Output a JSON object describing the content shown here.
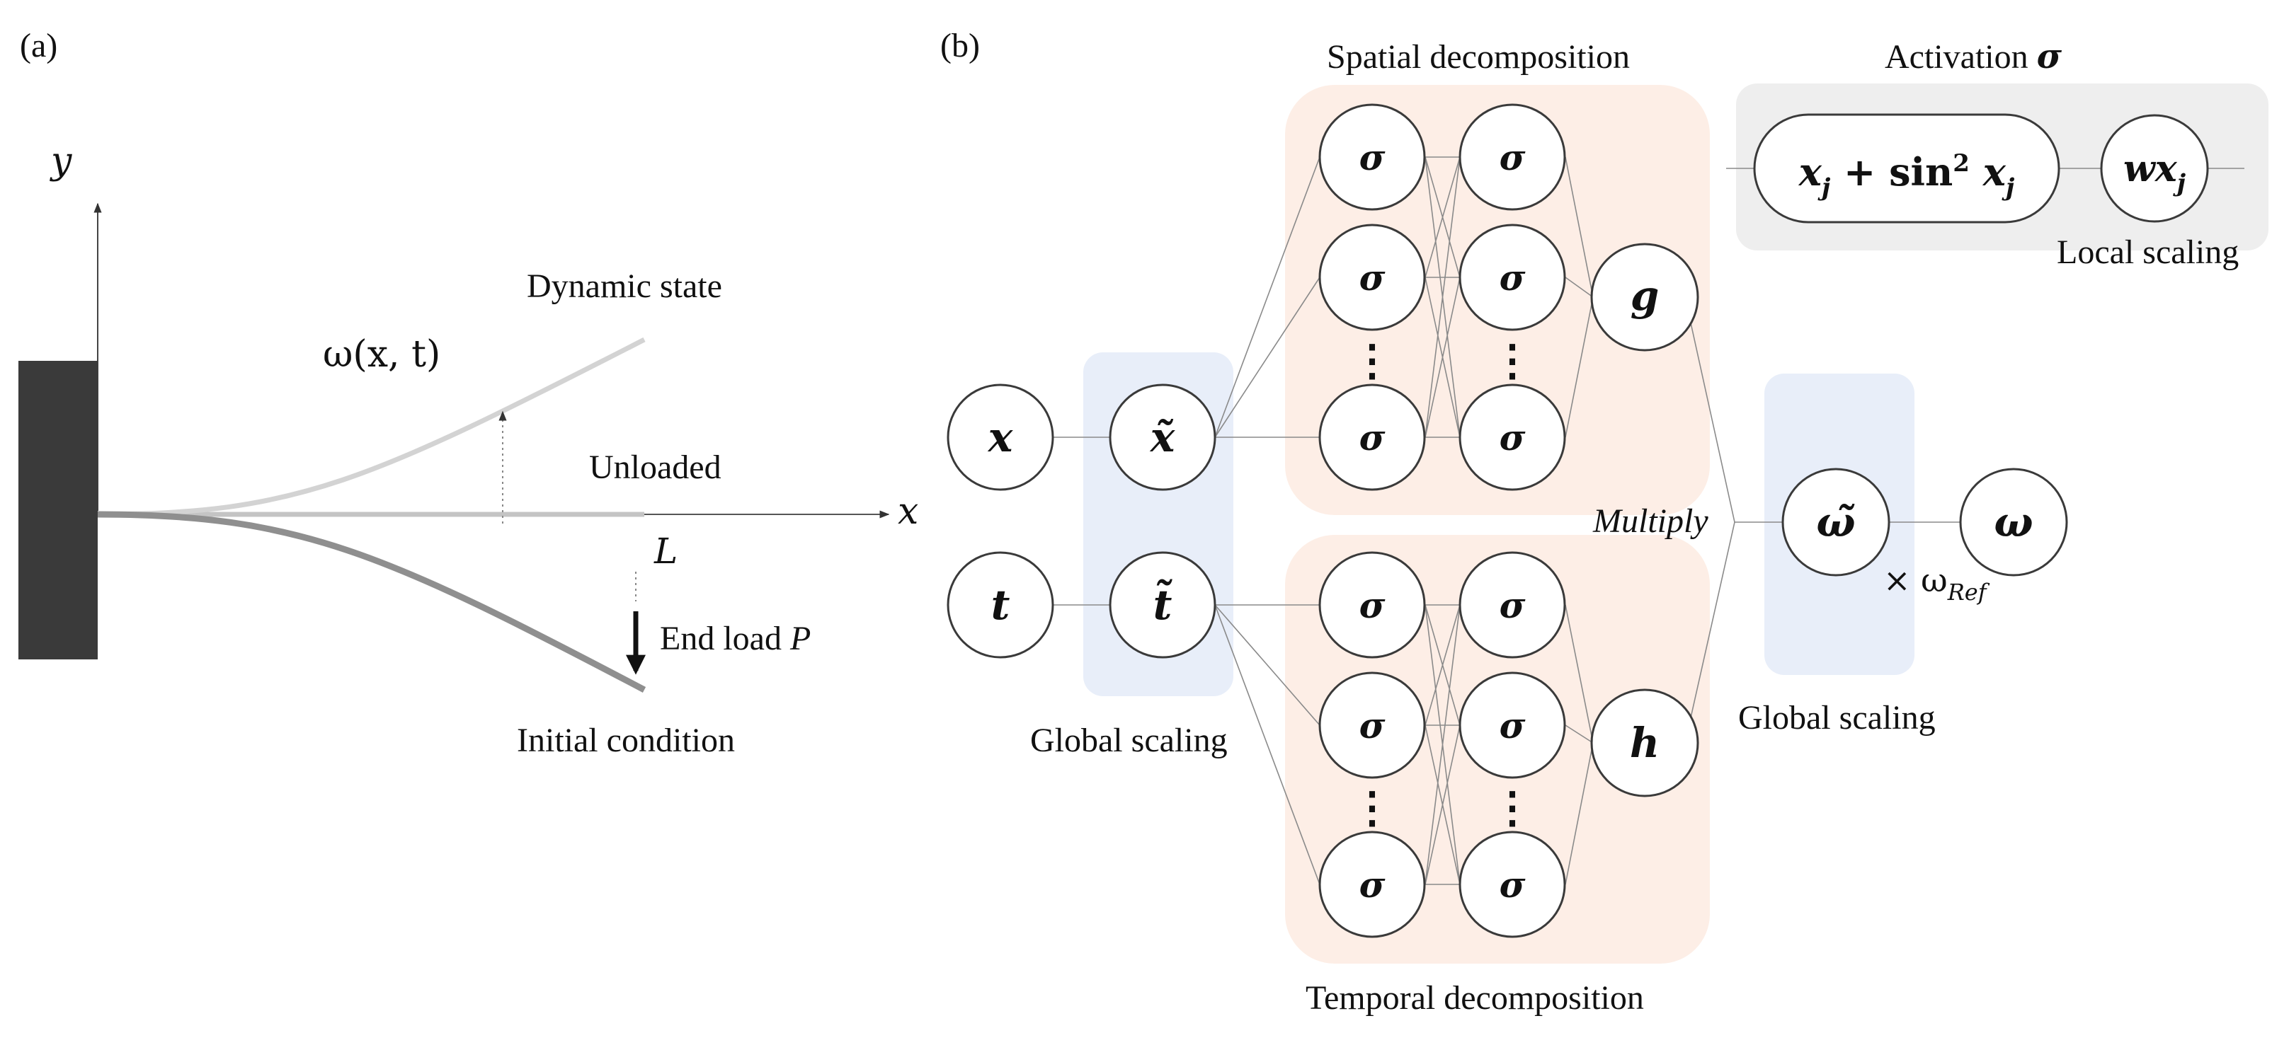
{
  "panel_a": {
    "label": "(a)",
    "y_axis": "y",
    "x_axis": "x",
    "deflection": "ω(x, t)",
    "dynamic_state": "Dynamic state",
    "unloaded": "Unloaded",
    "length": "L",
    "end_load": "End load ",
    "end_load_symbol": "P",
    "initial_condition": "Initial condition",
    "colors": {
      "wall": "#3a3a3a",
      "initial": "#8f8f8f",
      "dynamic": "#cfcfcf"
    }
  },
  "panel_b": {
    "label": "(b)",
    "spatial_title": "Spatial decomposition",
    "temporal_title": "Temporal decomposition",
    "activation_title": "Activation ",
    "activation_symbol": "σ",
    "activation_formula_main": "x",
    "activation_formula_sub": "j",
    "activation_formula_rest": " + sin",
    "activation_formula_sup": "2",
    "activation_formula_x2": " x",
    "activation_formula_sub2": "j",
    "local_scaling_main": "wx",
    "local_scaling_sub": "j",
    "local_scaling": "Local scaling",
    "global_scaling_in": "Global scaling",
    "global_scaling_out": "Global scaling",
    "multiply": "Multiply",
    "times_ref": "× ω",
    "times_ref_sub": "Ref",
    "inputs": [
      "x",
      "t"
    ],
    "scaled_inputs": [
      "x̃",
      "t̃"
    ],
    "sigma": "σ",
    "ellipsis": "⋮",
    "g": "g",
    "h": "h",
    "omega_tilde": "ω̃",
    "omega": "ω",
    "colors": {
      "decomposition_fill": "#fdeee6",
      "scaling_fill": "#e8eef9",
      "activation_fill": "#eeeeee"
    }
  }
}
